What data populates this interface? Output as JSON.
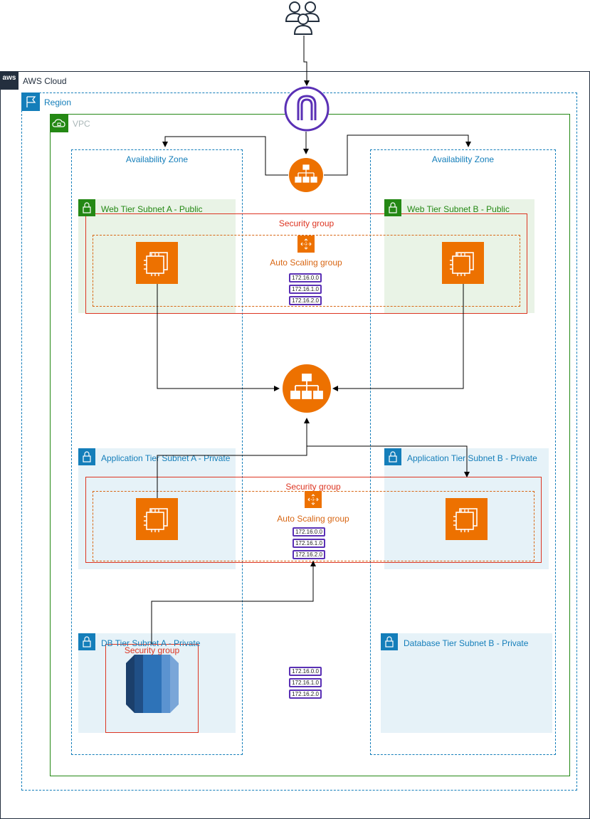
{
  "cloud": {
    "label": "AWS Cloud",
    "logo": "aws"
  },
  "region": {
    "label": "Region"
  },
  "vpc": {
    "label": "VPC"
  },
  "az": {
    "a_label": "Availability Zone",
    "b_label": "Availability Zone"
  },
  "subnets": {
    "web_a": "Web Tier Subnet A - Public",
    "web_b": "Web Tier Subnet B - Public",
    "app_a": "Application Tier Subnet A - Private",
    "app_b": "Application Tier Subnet B - Private",
    "db_a": "DB Tier Subnet A - Private",
    "db_b": "Database Tier Subnet B - Private"
  },
  "web_tier": {
    "security_group": "Security group",
    "asg": "Auto Scaling group",
    "routes": [
      "172.16.0.0",
      "172.16.1.0",
      "172.16.2.0"
    ]
  },
  "app_tier": {
    "security_group": "Security group",
    "asg": "Auto Scaling group",
    "routes": [
      "172.16.0.0",
      "172.16.1.0",
      "172.16.2.0"
    ]
  },
  "db_tier": {
    "security_group": "Security group",
    "routes": [
      "172.16.0.0",
      "172.16.1.0",
      "172.16.2.0"
    ]
  },
  "colors": {
    "aws_dark": "#232f3e",
    "region": "#147eba",
    "vpc": "#248814",
    "az": "#147eba",
    "public_fill": "#e9f3e6",
    "private_fill": "#e6f2f8",
    "security": "#dd3522",
    "asg": "#d86613",
    "ec2": "#ed7100",
    "route": "#5a30b5",
    "gateway": "#5a30b5",
    "rds": "#2e73b8"
  },
  "icons": [
    "users-icon",
    "internet-gateway-icon",
    "load-balancer-icon",
    "ec2-instance-icon",
    "auto-scaling-icon",
    "rds-database-icon",
    "route-table-icon",
    "lock-icon",
    "flag-icon",
    "cloud-icon",
    "aws-logo-icon"
  ]
}
